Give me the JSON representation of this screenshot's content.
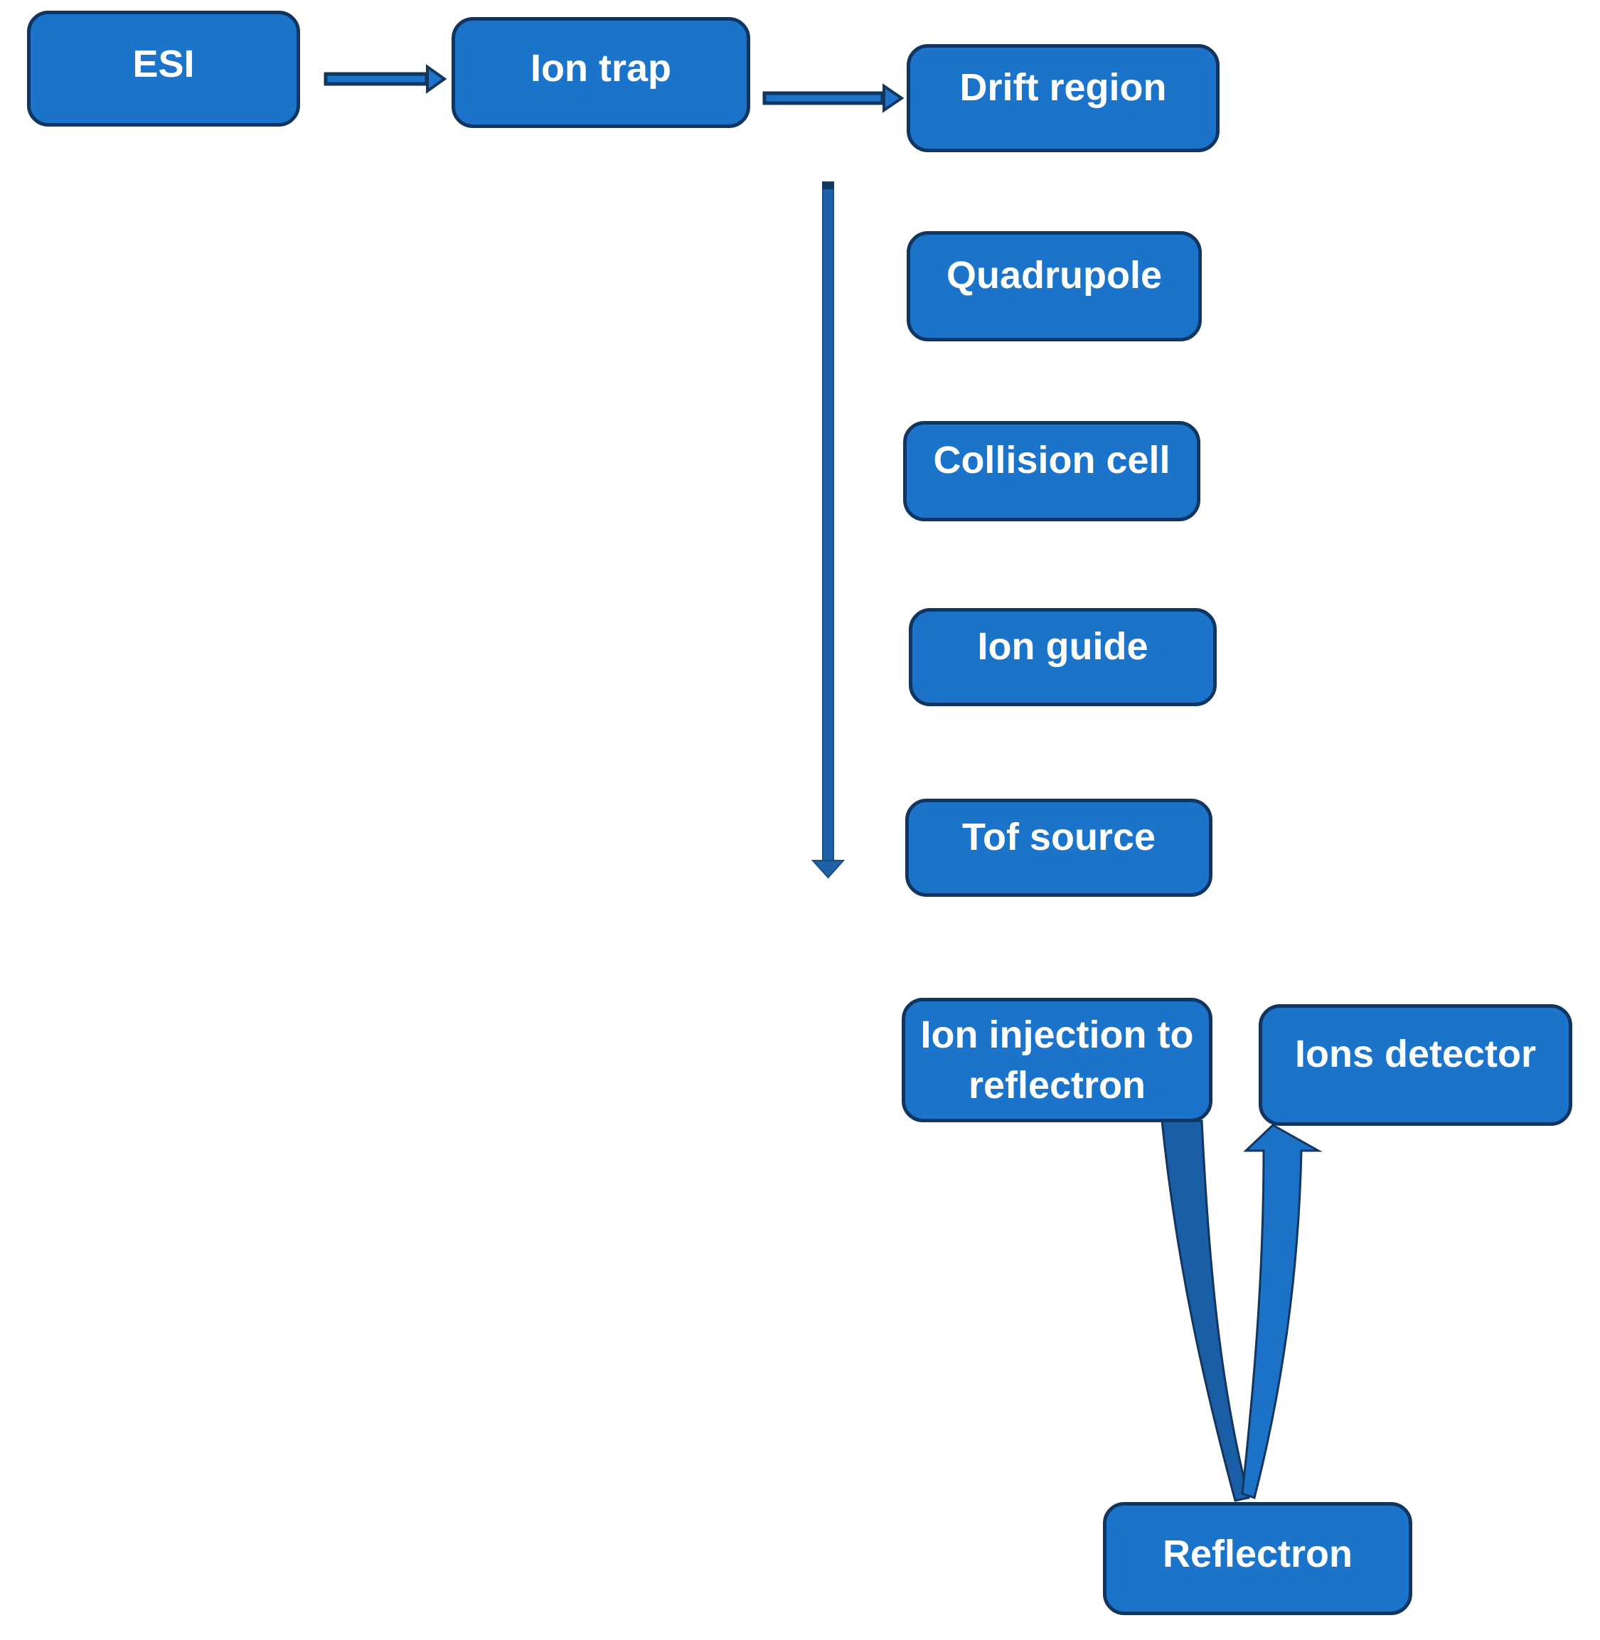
{
  "diagram": {
    "nodes": {
      "esi": {
        "label": "ESI"
      },
      "ion_trap": {
        "label": "Ion trap"
      },
      "drift_region": {
        "label": "Drift region"
      },
      "quadrupole": {
        "label": "Quadrupole"
      },
      "collision_cell": {
        "label": "Collision cell"
      },
      "ion_guide": {
        "label": "Ion guide"
      },
      "tof_source": {
        "label": "Tof source"
      },
      "ion_injection": {
        "label": "Ion injection to reflectron"
      },
      "ions_detector": {
        "label": "Ions detector"
      },
      "reflectron": {
        "label": "Reflectron"
      }
    },
    "edges": [
      {
        "from": "ESI",
        "to": "Ion trap",
        "style": "outlined-horizontal-arrow"
      },
      {
        "from": "Ion trap",
        "to": "Drift region",
        "style": "outlined-horizontal-arrow"
      },
      {
        "from": "Drift region",
        "to": "Tof source",
        "style": "long-vertical-arrow"
      },
      {
        "from": "Ion injection to reflectron",
        "to": "Reflectron",
        "style": "curved-band"
      },
      {
        "from": "Reflectron",
        "to": "Ions detector",
        "style": "curved-band-with-arrowhead"
      }
    ],
    "colors": {
      "node_fill": "#1B74CA",
      "node_border": "#0F3560",
      "band_dark": "#1A5FA6",
      "band_light": "#1C72C6",
      "vertical_arrow": "#1E61A7",
      "arrow_outline": "#12365E",
      "text": "#FFFFFF",
      "background": "#FFFFFF"
    }
  }
}
